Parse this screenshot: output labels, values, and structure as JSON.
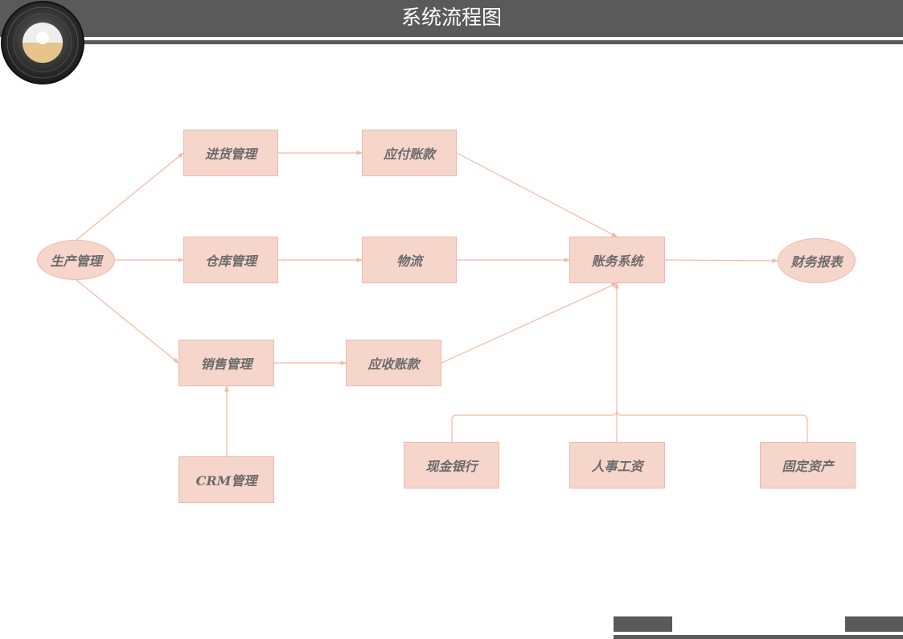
{
  "header": {
    "title": "系统流程图"
  },
  "colors": {
    "header_bar": "#5a5a5a",
    "node_fill": "#f6d5cb",
    "node_border": "#f0b9a7",
    "connector": "#f2b8a5",
    "node_text": "#6b6b6b"
  },
  "logo": {
    "icon": "disc-logo-icon"
  },
  "diagram": {
    "nodes": {
      "production": "生产管理",
      "purchase": "进货管理",
      "payable": "应付账款",
      "warehouse": "仓库管理",
      "logistics": "物流",
      "accounting": "账务系统",
      "report": "财务报表",
      "sales": "销售管理",
      "receivable": "应收账款",
      "crm": "CRM管理",
      "cash": "现金银行",
      "hr": "人事工资",
      "assets": "固定资产"
    }
  }
}
